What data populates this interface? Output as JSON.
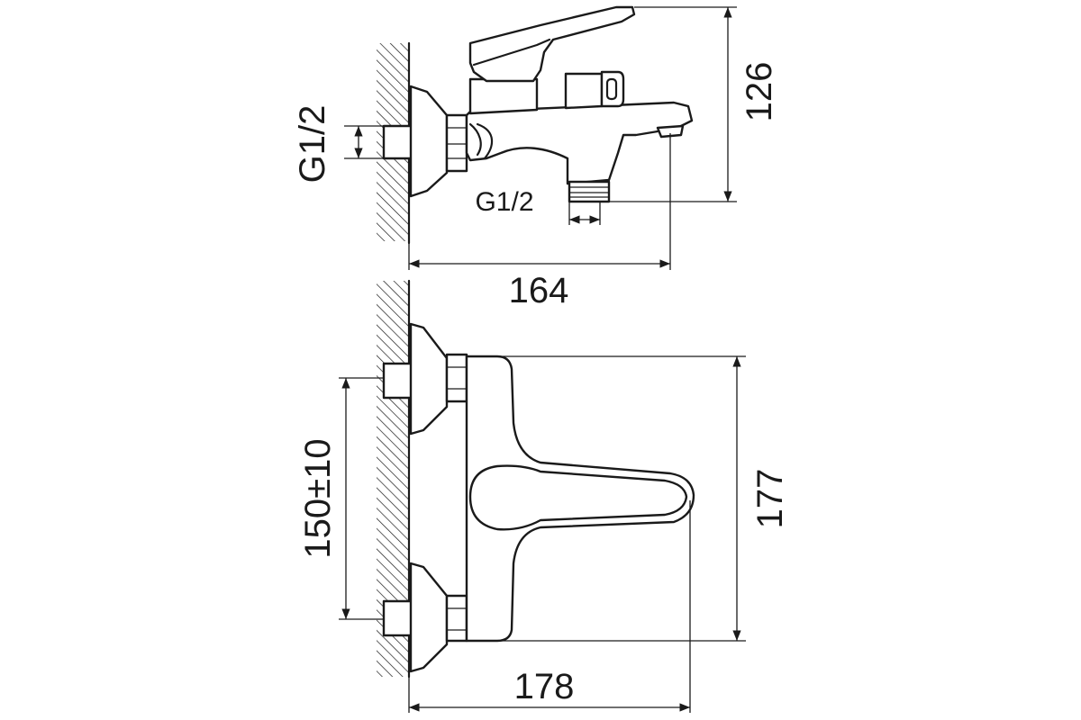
{
  "drawing": {
    "side_view": {
      "thread_inlet_label": "G1/2",
      "thread_outlet_label": "G1/2",
      "height_label": "126",
      "projection_label": "164"
    },
    "top_view": {
      "center_distance_label": "150±10",
      "depth_label": "177",
      "width_label": "178"
    },
    "colors": {
      "line": "#1a1a1a",
      "background": "#ffffff"
    }
  }
}
